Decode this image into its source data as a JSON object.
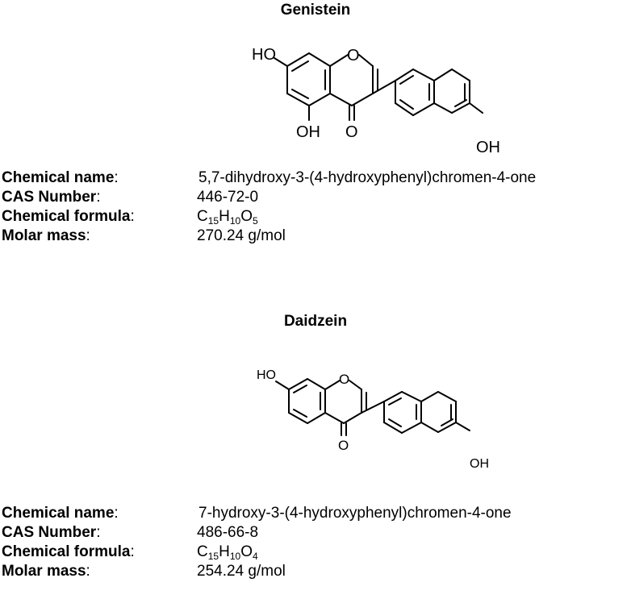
{
  "compounds": [
    {
      "name": "Genistein",
      "atoms": {
        "ho_top": "HO",
        "ring_o": "O",
        "oh_bottom": "OH",
        "carbonyl_o": "O",
        "oh_right": "OH"
      },
      "properties": {
        "chemical_name_label": "Chemical name",
        "chemical_name": "5,7-dihydroxy-3-(4-hydroxyphenyl)chromen-4-one",
        "cas_label": "CAS Number",
        "cas": "446-72-0",
        "formula_label": "Chemical formula",
        "formula": {
          "c": "C",
          "c_n": "15",
          "h": "H",
          "h_n": "10",
          "o": "O",
          "o_n": "5"
        },
        "molar_mass_label": "Molar mass",
        "molar_mass": "270.24 g/mol"
      }
    },
    {
      "name": "Daidzein",
      "atoms": {
        "ho_top": "HO",
        "ring_o": "O",
        "carbonyl_o": "O",
        "oh_right": "OH"
      },
      "properties": {
        "chemical_name_label": "Chemical name",
        "chemical_name": "7-hydroxy-3-(4-hydroxyphenyl)chromen-4-one",
        "cas_label": "CAS Number",
        "cas": "486-66-8",
        "formula_label": "Chemical formula",
        "formula": {
          "c": "C",
          "c_n": "15",
          "h": "H",
          "h_n": "10",
          "o": "O",
          "o_n": "4"
        },
        "molar_mass_label": "Molar mass",
        "molar_mass": "254.24 g/mol"
      }
    }
  ]
}
